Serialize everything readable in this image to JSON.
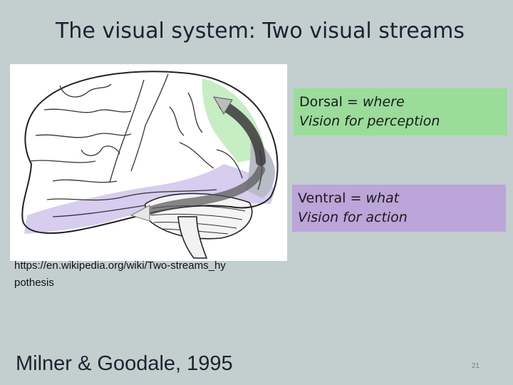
{
  "slide": {
    "title": "The visual system: Two visual streams",
    "page_number": "21"
  },
  "figure": {
    "image_subject": "brain-lateral-view",
    "dorsal_region_color": "#c7edc4",
    "ventral_region_color": "#d6cdef",
    "arrow_color": "#3a3a3a"
  },
  "callouts": {
    "dorsal": {
      "prefix": "Dorsal = ",
      "emphasis": "where",
      "line2": "Vision for perception",
      "color": "#9bdc9a"
    },
    "ventral": {
      "prefix": "Ventral = ",
      "emphasis": "what",
      "line2": "Vision for action",
      "color": "#bba5d9"
    }
  },
  "source": {
    "url": "https://en.wikipedia.org/wiki/Two-streams_hypothesis"
  },
  "citation": "Milner & Goodale, 1995"
}
